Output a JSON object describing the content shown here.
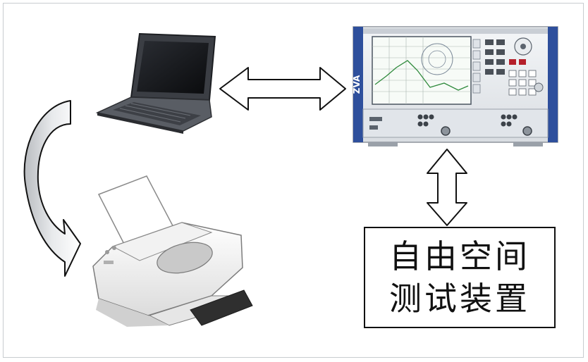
{
  "box": {
    "line1": "自由空间",
    "line2": "测试装置"
  },
  "analyzer": {
    "logo_text": "ZVA"
  },
  "colors": {
    "frame_border": "#c8ccd0",
    "analyzer_blue": "#2e4f9c",
    "arrow_stroke": "#111111"
  },
  "icons": [
    "laptop",
    "printer",
    "network-analyzer",
    "double-arrow",
    "curved-arrow"
  ]
}
